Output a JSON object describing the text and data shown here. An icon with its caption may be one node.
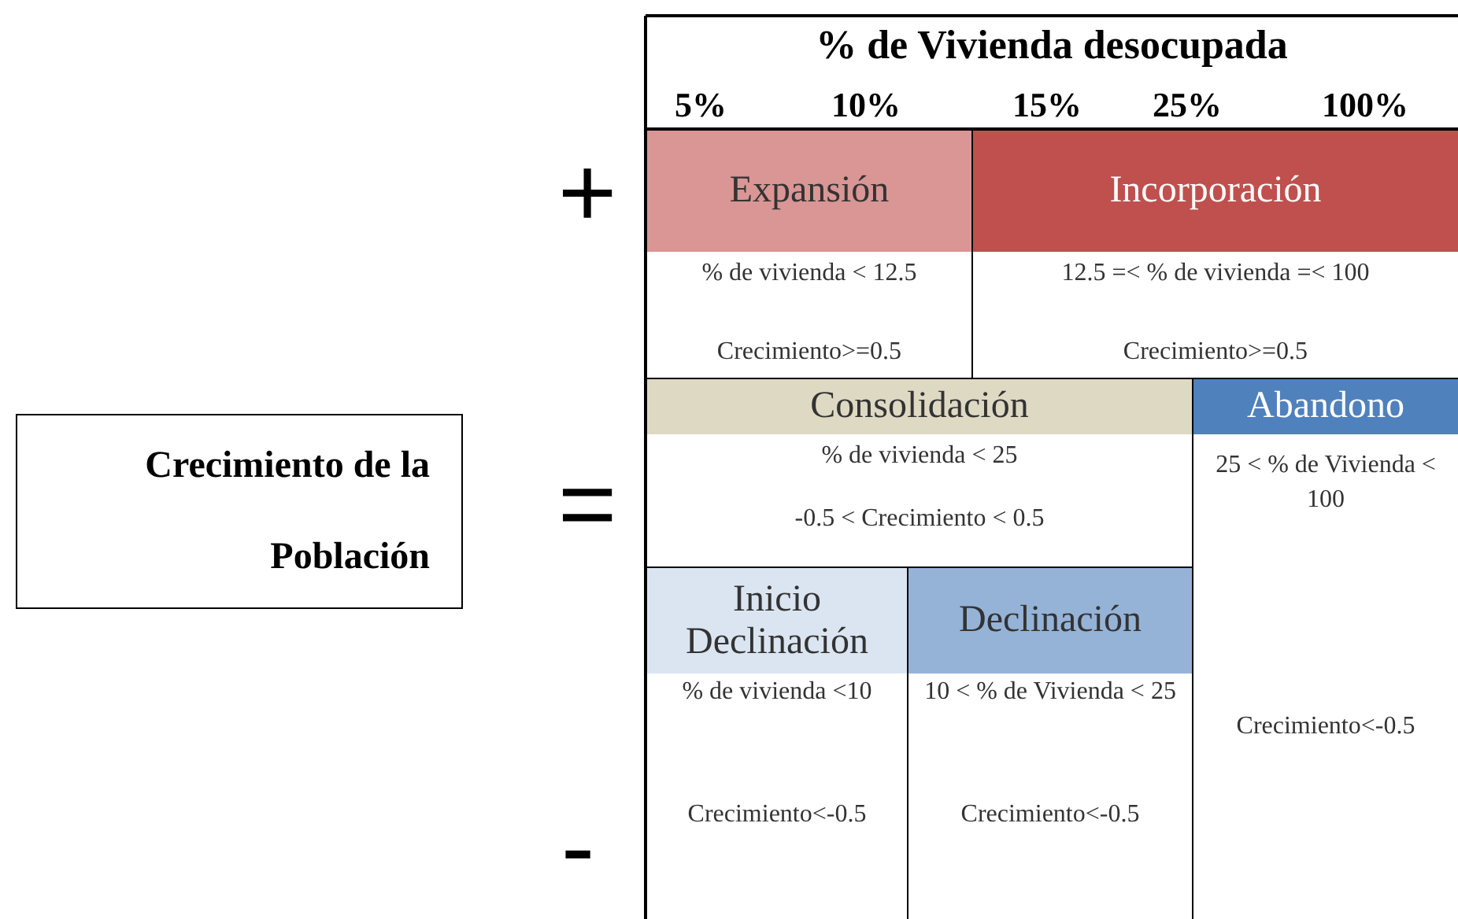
{
  "diagram": {
    "nodes": [
      {
        "text": [
          "Crecimiento de la Población"
        ]
      },
      {
        "text": [
          "Expansión",
          "% de vivienda < 12.5",
          "Crecimiento>=0.5"
        ]
      },
      {
        "text": [
          "Incorporación",
          "12.5 =< % de vivienda =< 100",
          "Crecimiento>=0.5"
        ]
      },
      {
        "text": [
          "Consolidación",
          "% de vivienda < 25",
          "-0.5 < Crecimiento < 0.5"
        ]
      },
      {
        "text": [
          "Abandono",
          "25 < % de Vivienda < 100",
          "Crecimiento<-0.5"
        ]
      },
      {
        "text": [
          "Inicio Declinación",
          "% de vivienda <10",
          "Crecimiento<-0.5"
        ]
      },
      {
        "text": [
          "Declinación",
          "10 < % de Vivienda < 25",
          "Crecimiento<-0.5"
        ]
      }
    ],
    "labels": [
      "% de Vivienda desocupada",
      "5%",
      "10%",
      "15%",
      "25%",
      "100%",
      "+",
      "=",
      "-"
    ]
  }
}
